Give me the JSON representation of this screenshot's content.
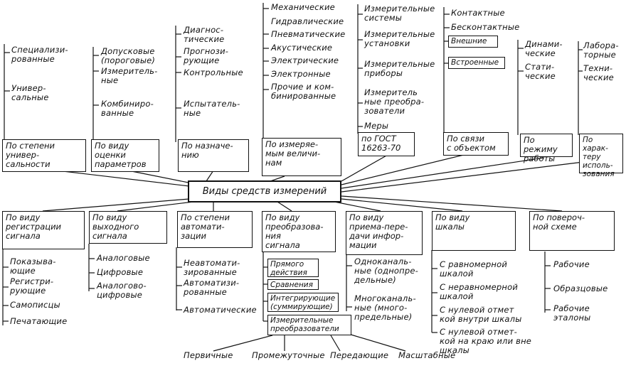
{
  "center": "Виды средств измерений",
  "top": [
    {
      "label": "По степени\nунивер-\nсальности",
      "items": [
        "Специализи-\nрованные",
        "Универ-\nсальные"
      ]
    },
    {
      "label": "По виду\nоценки\nпараметров",
      "items": [
        "Допусковые\n(пороговые)",
        "Измеритель-\nные",
        "Комбиниро-\nванные"
      ]
    },
    {
      "label": "По назначе-\nнию",
      "items": [
        "Диагнос-\nтические",
        "Прогнози-\nрующие",
        "Контрольные",
        "Испытатель-\nные"
      ]
    },
    {
      "label": "По измеряе-\nмым величи-\nнам",
      "items": [
        "Механические",
        "Гидравлические",
        "Пневматические",
        "Акустические",
        "Электрические",
        "Электронные",
        "Прочие и ком-\nбинированные"
      ]
    },
    {
      "label": "по ГОСТ\n16263-70",
      "items": [
        "Измерительные\nсистемы",
        "Измерительные\nустановки",
        "Измерительные\nприборы",
        "Измеритель\nные преобра-\nзователи",
        "Меры"
      ]
    },
    {
      "label": "По связи\nс объектом",
      "items": [
        "Контактные",
        "Бесконтактные",
        "Внешние",
        "Встроенные"
      ]
    },
    {
      "label": "По режиму\nработы",
      "items": [
        "Динами-\nческие",
        "Стати-\nческие"
      ]
    },
    {
      "label": "По харак-\nтеру\nисполь-\nзования",
      "items": [
        "Лабора-\nторные",
        "Техни-\nческие"
      ]
    }
  ],
  "bottom": [
    {
      "label": "По виду\nрегистрации\nсигнала",
      "items": [
        "Показыва-\nющие",
        "Регистри-\nрующие",
        "Самописцы",
        "Печатающие"
      ]
    },
    {
      "label": "По  виду\nвыходного\nсигнала",
      "items": [
        "Аналоговые",
        "Цифровые",
        "Аналогово-\nцифровые"
      ]
    },
    {
      "label": "По степени\nавтомати-\nзации",
      "items": [
        "Неавтомати-\nзированные",
        "Автоматизи-\nрованные",
        "Автоматические"
      ]
    },
    {
      "label": "По виду\nпреобразова-\nния\nсигнала",
      "items": [
        "Прямого\nдействия",
        "Сравнения",
        "Интегрирующие\n(суммирующие)",
        "Измерительные\nпреобразователи"
      ]
    },
    {
      "label": "По виду\nприема-пере-\nдачи инфор-\nмации",
      "items": [
        "Одноканаль-\nные (однопре-\nдельные)",
        "Многоканаль-\nные (много-\nпредельные)"
      ]
    },
    {
      "label": "По виду\nшкалы",
      "items": [
        "С равномерной\nшкалой",
        "С неравномерной\nшкалой",
        "С нулевой отмет\nкой внутри шкалы",
        "С нулевой отмет-\nкой на краю или вне\nшкалы"
      ]
    },
    {
      "label": "По повероч-\nной схеме",
      "items": [
        "Рабочие",
        "Образцовые",
        "Рабочие\nэталоны"
      ]
    }
  ],
  "transducers": [
    "Первичные",
    "Промежуточные",
    "Передающие",
    "Масштабные"
  ]
}
